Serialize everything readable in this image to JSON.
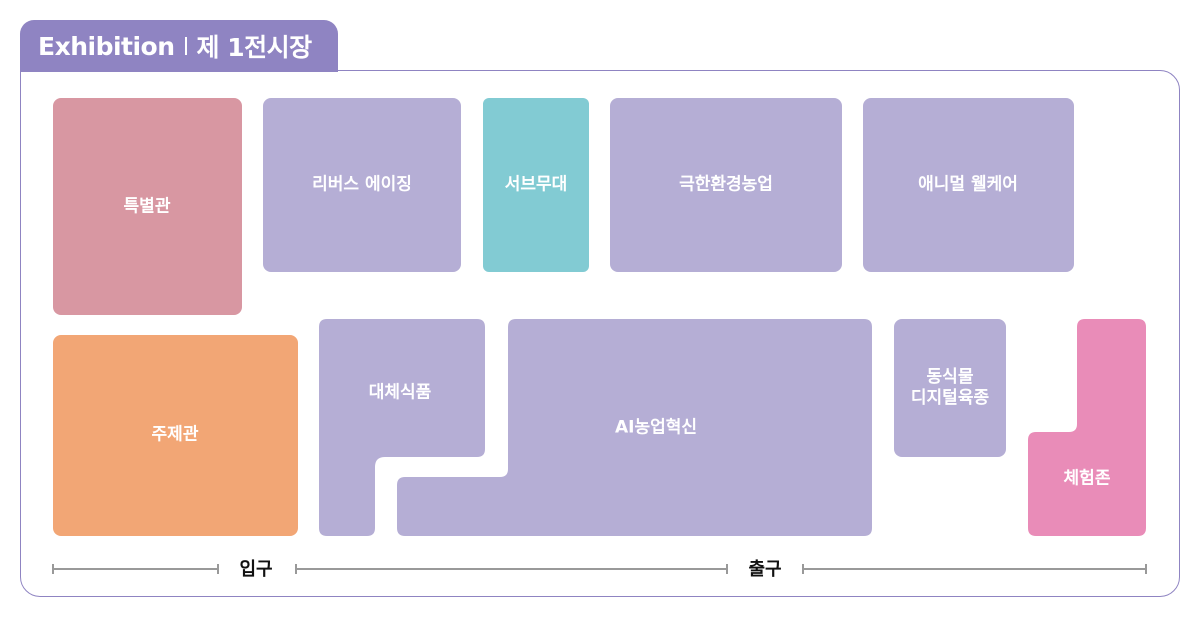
{
  "header": {
    "title": "Exhibition",
    "subtitle": "제 1전시장"
  },
  "colors": {
    "purple": "#b5aed5",
    "accent": "#8f84c2",
    "special": "#d897a2",
    "stage": "#82cbd3",
    "theme": "#f2a675",
    "experience": "#e98cb8"
  },
  "zones": {
    "special": "특별관",
    "reverse_aging": "리버스 에이징",
    "sub_stage": "서브무대",
    "extreme_farming": "극한환경농업",
    "animal_welfare": "애니멀 웰케어",
    "theme": "주제관",
    "alt_food": "대체식품",
    "ai_agri": "AI농업혁신",
    "breeding_line1": "동식물",
    "breeding_line2": "디지털육종",
    "experience": "체험존"
  },
  "footer": {
    "entrance": "입구",
    "exit": "출구"
  }
}
